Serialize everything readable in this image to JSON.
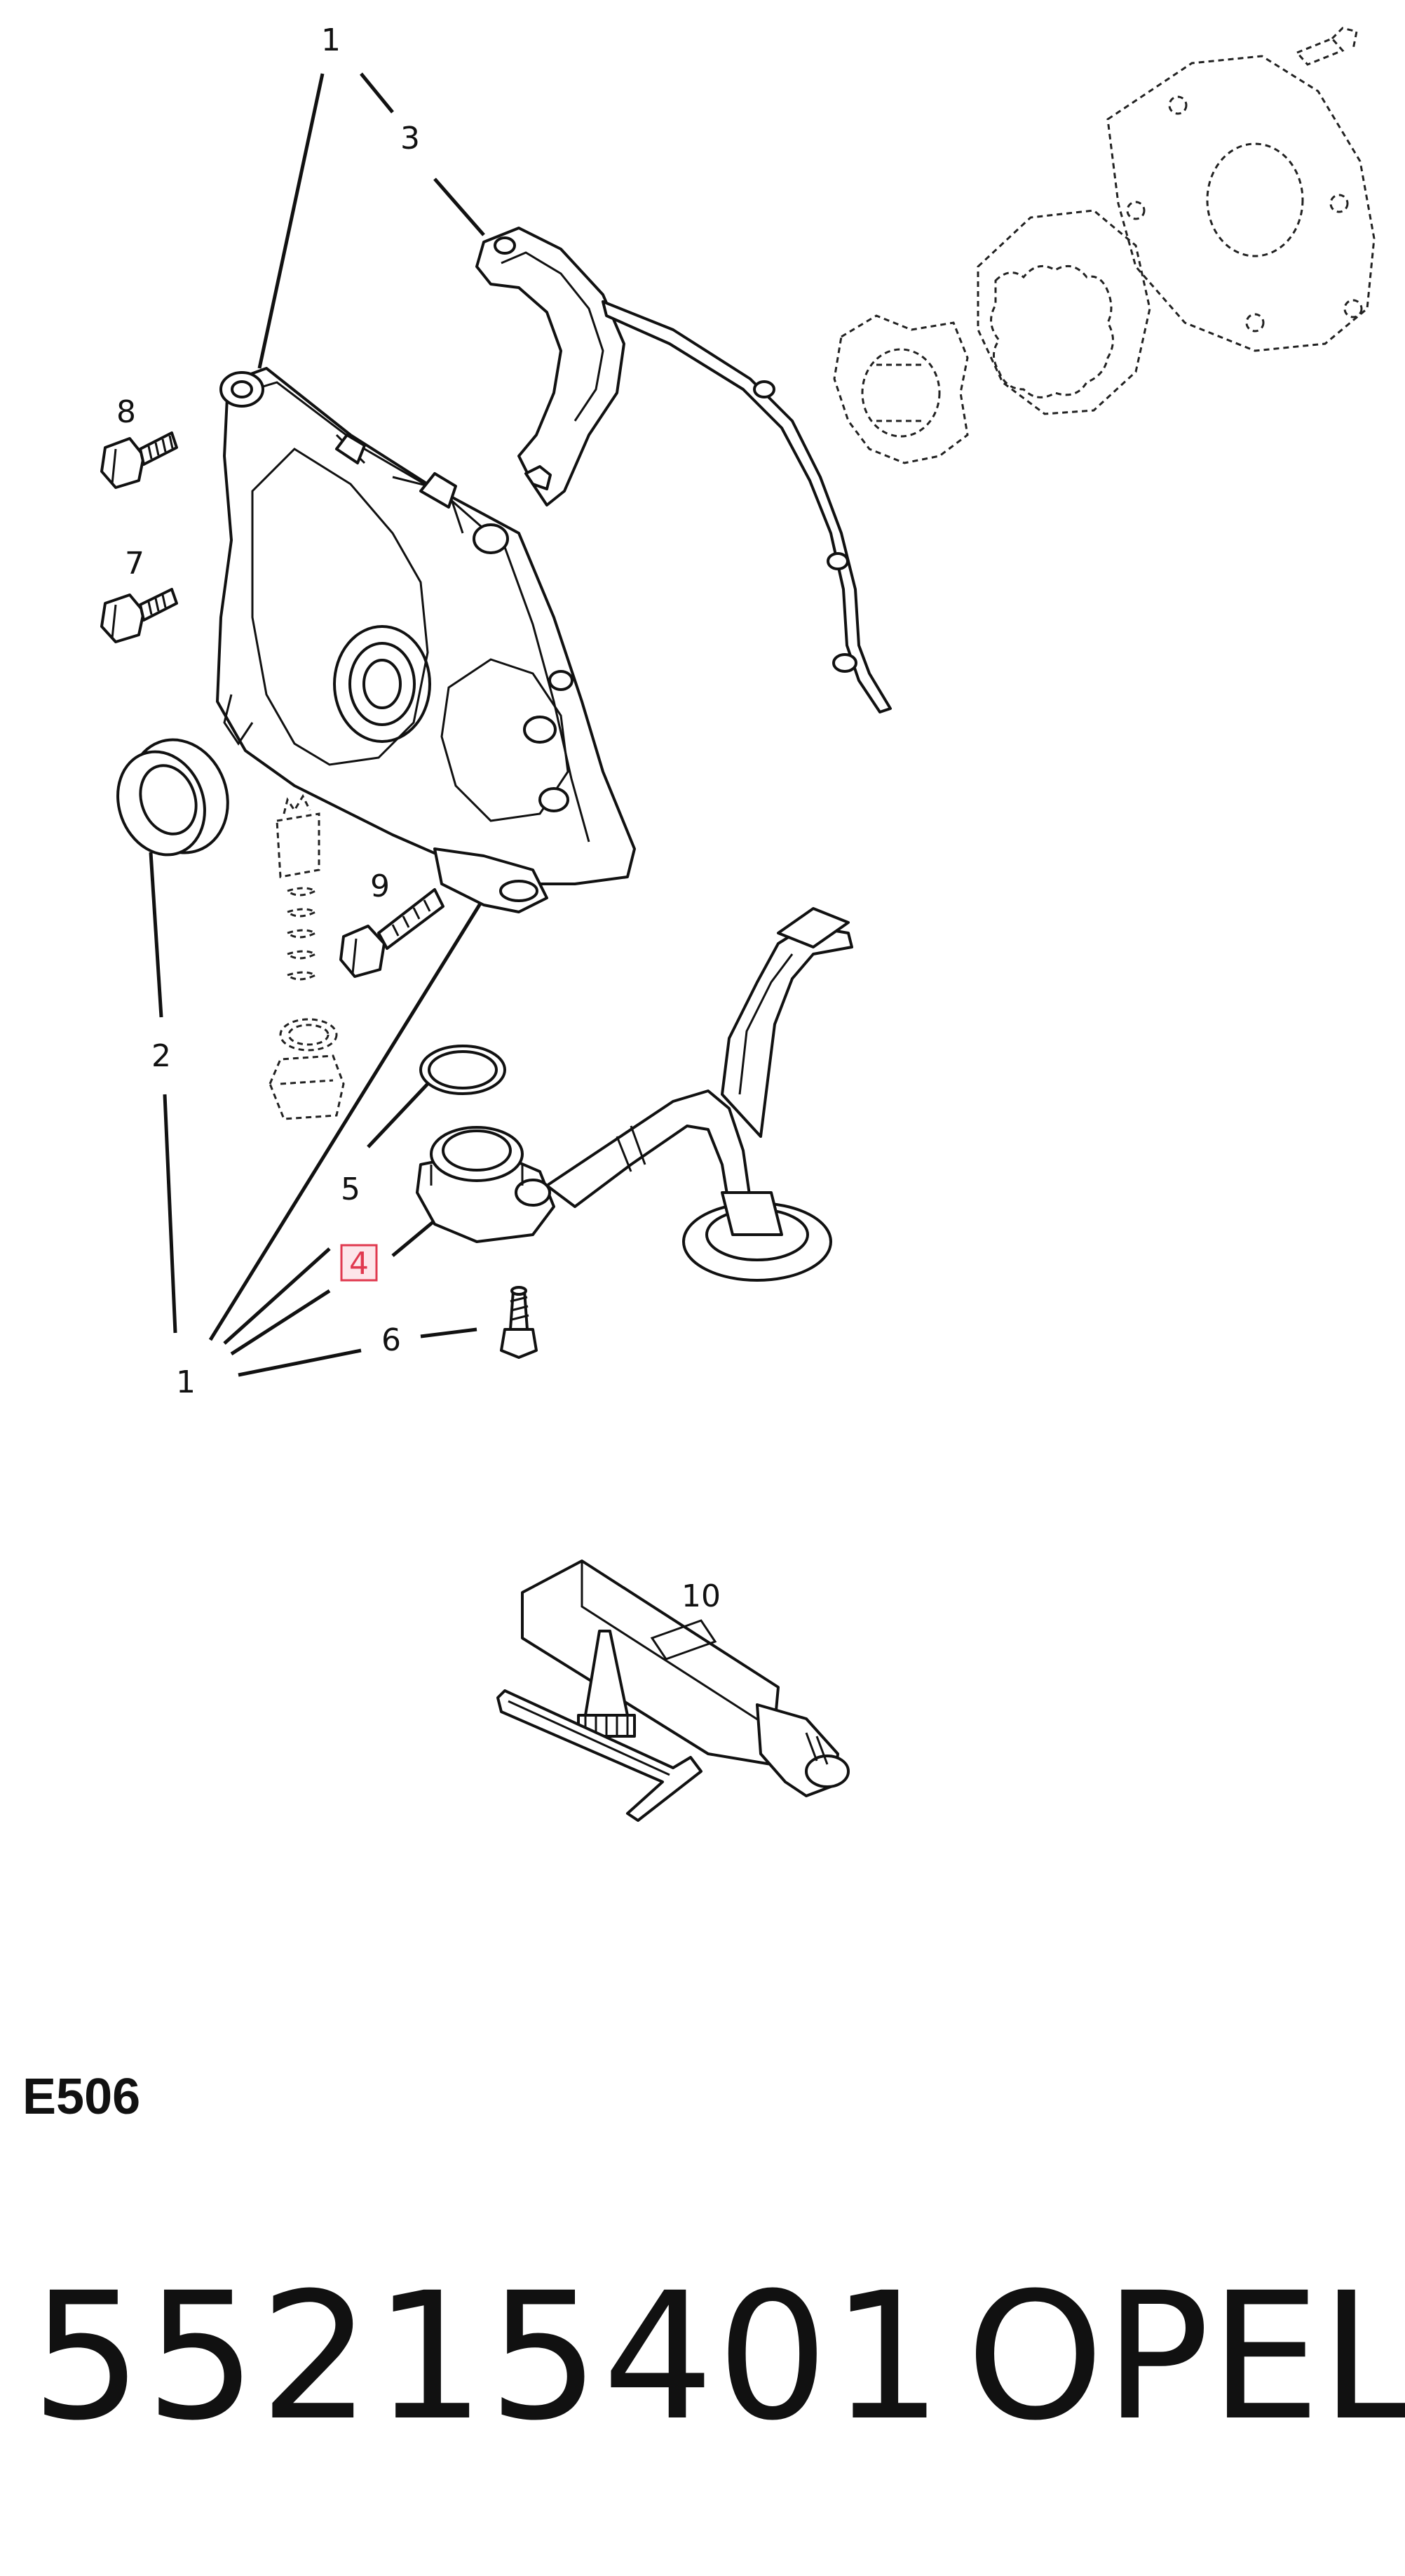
{
  "callouts": {
    "c1_top": "1",
    "c3": "3",
    "c8": "8",
    "c7": "7",
    "c2": "2",
    "c9": "9",
    "c5": "5",
    "c4": "4",
    "c1_bottom": "1",
    "c6": "6",
    "c10": "10"
  },
  "highlight_color": "#e0394f",
  "footer": {
    "diagram_code": "E506",
    "part_number": "55215401",
    "brand": "OPEL"
  }
}
